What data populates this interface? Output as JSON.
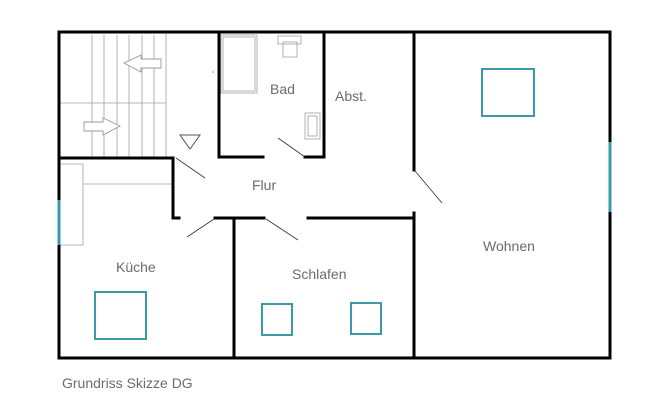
{
  "plan": {
    "caption": "Grundriss Skizze DG",
    "rooms": {
      "bad": "Bad",
      "abst": "Abst.",
      "flur": "Flur",
      "wohnen": "Wohnen",
      "kueche": "Küche",
      "schlafen": "Schlafen"
    },
    "colors": {
      "wall": "#000000",
      "window": "#3a9aaa",
      "fixture": "#9a9a9a",
      "text": "#6b6b6b"
    }
  }
}
